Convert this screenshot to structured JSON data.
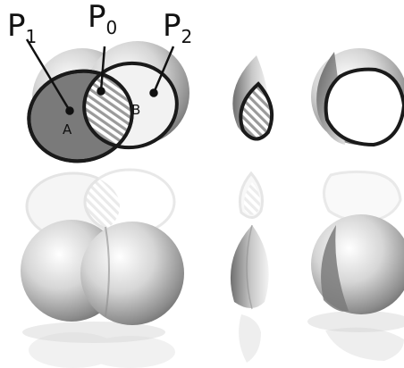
{
  "labels": {
    "p1": {
      "main": "P",
      "sub": "1"
    },
    "p0": {
      "main": "P",
      "sub": "0"
    },
    "p2": {
      "main": "P",
      "sub": "2"
    },
    "region_a": "A",
    "region_b": "B"
  },
  "colors": {
    "background": "#ffffff",
    "outline": "#1a1a1a",
    "region_a_fill": "#7a7a7a",
    "region_b_fill": "#f2f2f2",
    "hatch": "#9a9a9a",
    "sphere_light": "#ffffff",
    "sphere_dark": "#7c7c7c"
  }
}
